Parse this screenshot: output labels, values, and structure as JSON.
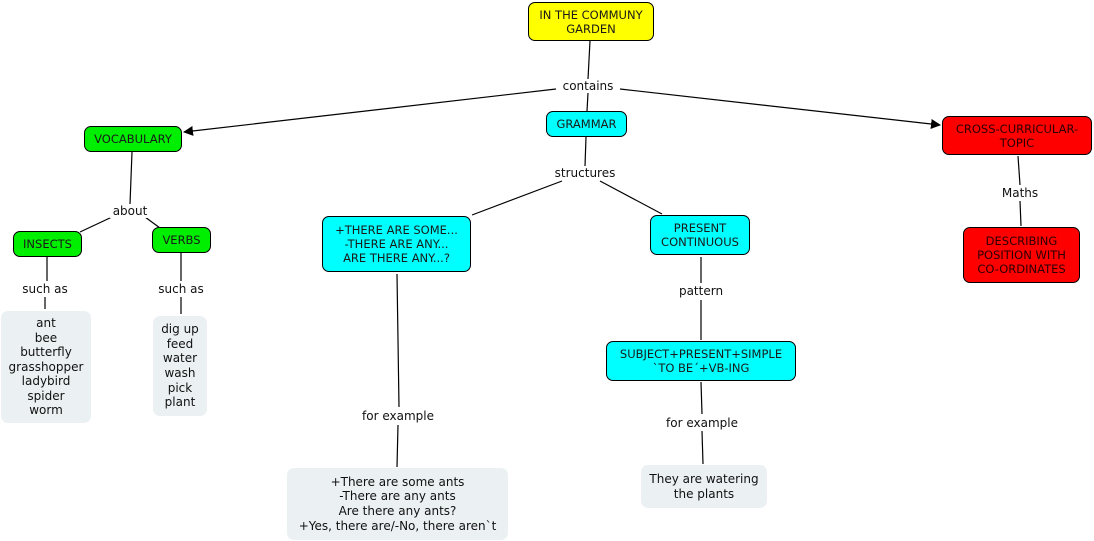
{
  "concept_map": {
    "root": {
      "text": "IN THE COMMUNY\nGARDEN",
      "color": "#ffff00"
    },
    "links": {
      "contains": "contains",
      "about": "about",
      "such_as_insects": "such as",
      "such_as_verbs": "such as",
      "structures": "structures",
      "pattern": "pattern",
      "for_example_there": "for example",
      "for_example_present": "for example",
      "maths": "Maths"
    },
    "vocabulary": {
      "text": "VOCABULARY",
      "color": "#00ee00",
      "insects": {
        "text": "INSECTS",
        "items": "ant\nbee\nbutterfly\ngrasshopper\nladybird\nspider\nworm"
      },
      "verbs": {
        "text": "VERBS",
        "items": "dig up\nfeed\nwater\nwash\npick\nplant"
      }
    },
    "grammar": {
      "text": "GRAMMAR",
      "color": "#00ffff",
      "there_are": {
        "text": "+THERE ARE SOME...\n-THERE ARE ANY...\nARE THERE ANY...?",
        "example": "+There are some ants\n-There are any ants\nAre there any ants?\n+Yes, there are/-No, there aren`t"
      },
      "present_continuous": {
        "text": "PRESENT\nCONTINUOUS",
        "pattern": "SUBJECT+PRESENT+SIMPLE\n`TO BE´+VB-ING",
        "example": "They are watering\nthe plants"
      }
    },
    "cross_curricular": {
      "text": "CROSS-CURRICULAR-\nTOPIC",
      "color": "#ff0000",
      "child": "DESCRIBING\nPOSITION WITH\nCO-ORDINATES"
    }
  }
}
